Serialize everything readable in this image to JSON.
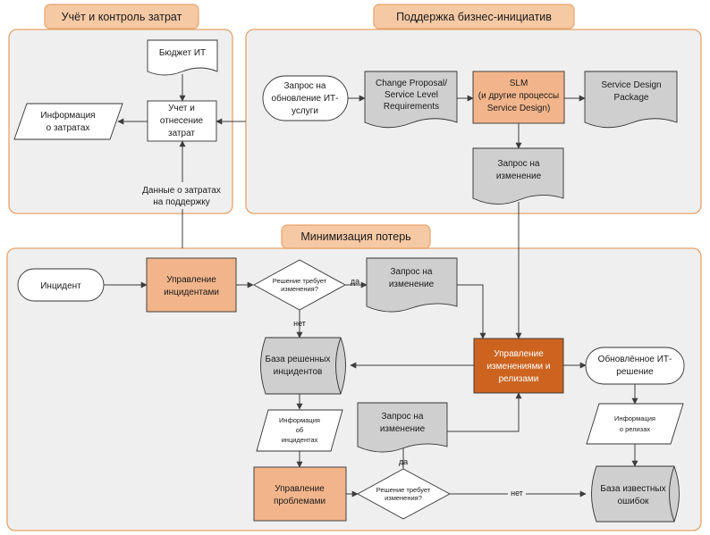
{
  "panels": {
    "costs": "Учёт и контроль затрат",
    "initiatives": "Поддержка бизнес-инициатив",
    "losses": "Минимизация потерь"
  },
  "nodes": {
    "budget": [
      "Бюджет ИТ"
    ],
    "cost_accounting": [
      "Учет и",
      "отнесение",
      "затрат"
    ],
    "cost_info": [
      "Информация",
      "о затратах"
    ],
    "support_cost_data": [
      "Данные о затратах",
      "на поддержку"
    ],
    "it_service_update_request": [
      "Запрос на",
      "обновление ИТ-",
      "услуги"
    ],
    "change_proposal": [
      "Change Proposal/",
      "Service Level",
      "Requirements"
    ],
    "slm": [
      "SLM",
      "(и другие процессы",
      "Service Design)"
    ],
    "service_design_package": [
      "Service Design",
      "Package"
    ],
    "change_request_top": [
      "Запрос на",
      "изменение"
    ],
    "incident": [
      "Инцидент"
    ],
    "incident_management": [
      "Управление",
      "инцидентами"
    ],
    "decision_change_top": [
      "Решение требует",
      "изменения?"
    ],
    "change_request_mid": [
      "Запрос на",
      "изменение"
    ],
    "change_release_management": [
      "Управление",
      "изменениями и",
      "релизами"
    ],
    "updated_it_solution": [
      "Обновлённое ИТ-",
      "решение"
    ],
    "resolved_incidents_db": [
      "База решенных",
      "инцидентов"
    ],
    "incident_info": [
      "Информация",
      "об",
      "инцидентах"
    ],
    "change_request_bottom": [
      "Запрос на",
      "изменение"
    ],
    "release_info": [
      "Информация",
      "о релизах"
    ],
    "problem_management": [
      "Управление",
      "проблемами"
    ],
    "decision_change_bottom": [
      "Решение требует",
      "изменения?"
    ],
    "known_errors_db": [
      "База известных",
      "ошибок"
    ]
  },
  "edge_labels": {
    "yes_top": "да",
    "no_top": "нет",
    "yes_bottom": "да",
    "no_bottom": "нет"
  },
  "colors": {
    "panel_border": "#e8a268",
    "tab_fill": "#f6c9a5",
    "panel_fill": "#efefef",
    "process_orange": "#f2b58b",
    "process_dark_orange": "#cc6420",
    "document_gray": "#cfcfcf"
  }
}
